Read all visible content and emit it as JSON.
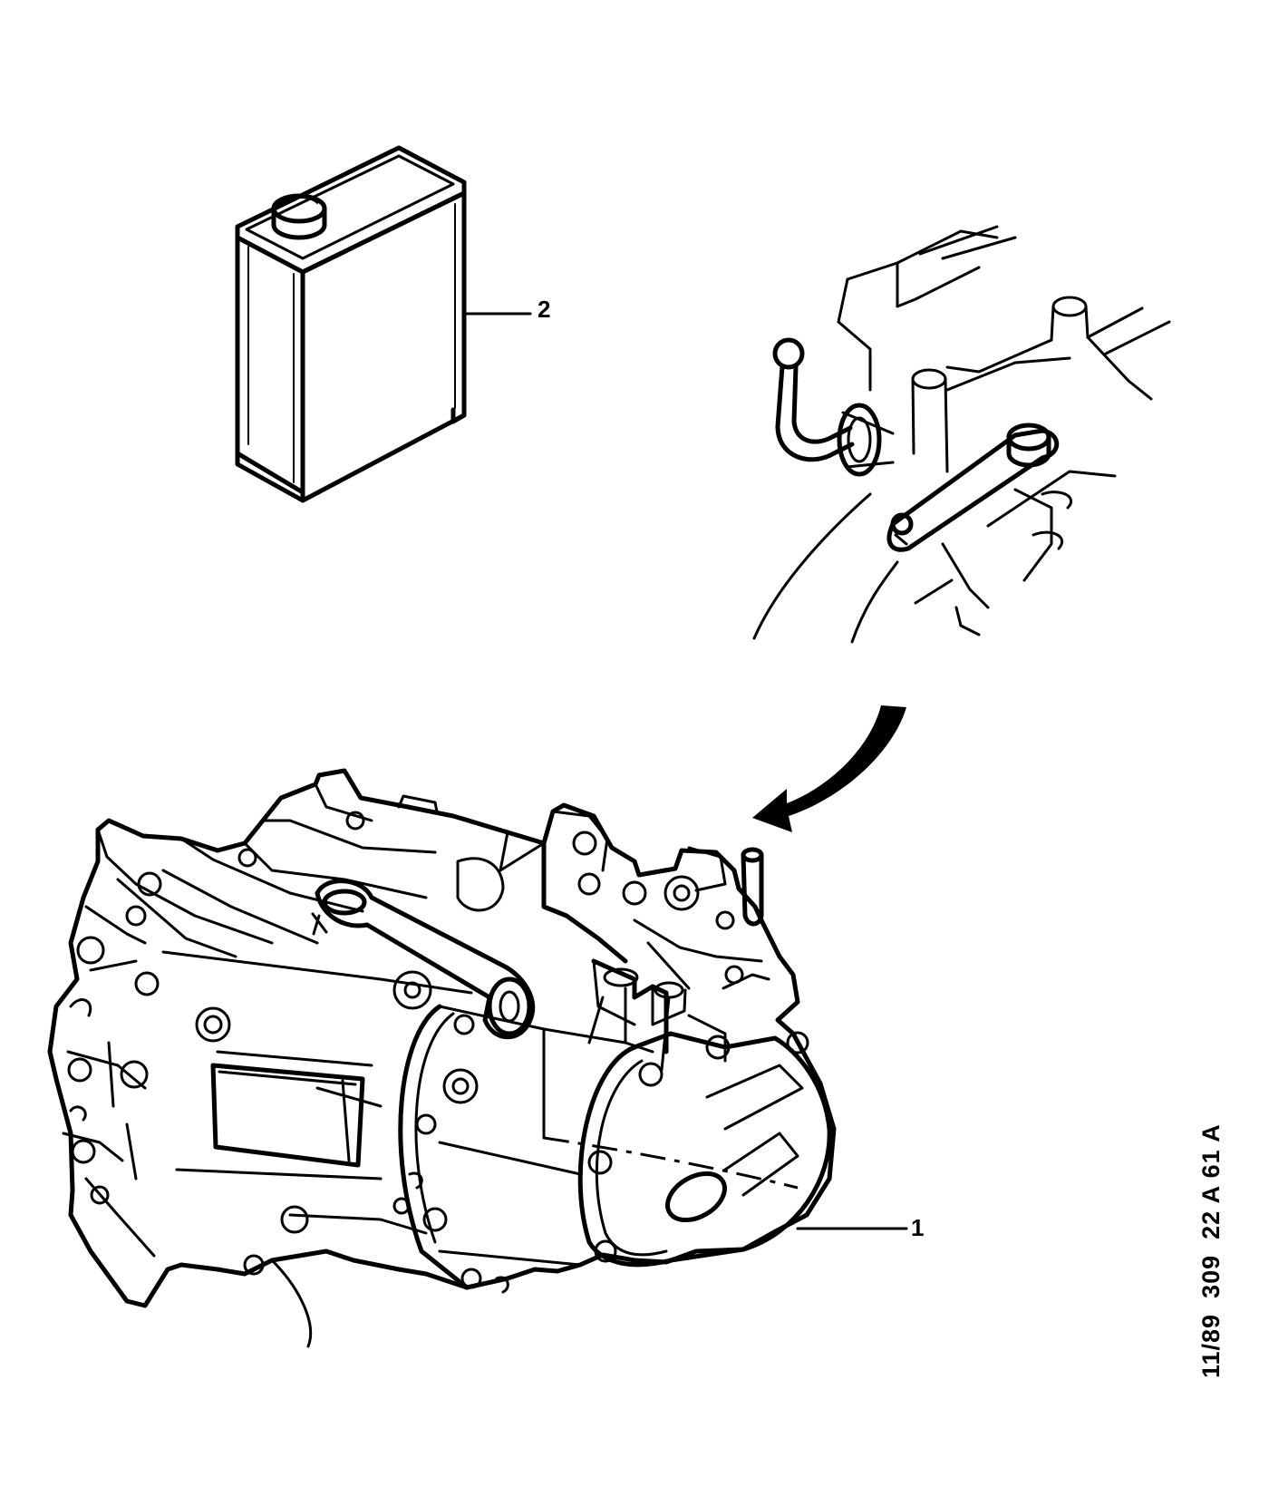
{
  "callouts": {
    "gearbox": "1",
    "oil_can": "2"
  },
  "reference_code": "11/89  309  22 A 61 A",
  "colors": {
    "ink": "#000000",
    "paper": "#ffffff"
  }
}
